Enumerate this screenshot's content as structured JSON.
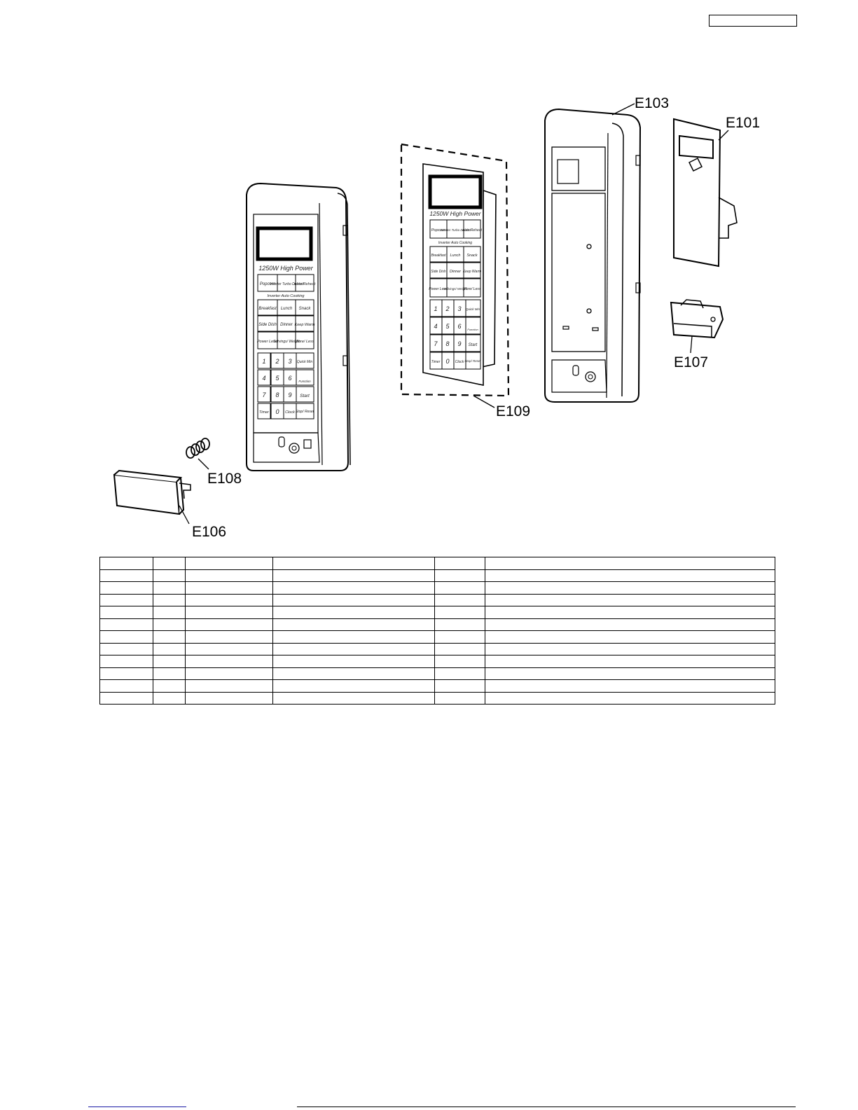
{
  "header_box": "",
  "callouts": {
    "e101": "E101",
    "e103": "E103",
    "e106": "E106",
    "e107": "E107",
    "e108": "E108",
    "e109": "E109"
  },
  "keypad": {
    "power_label": "1250W High Power",
    "row1": [
      "Popcorn",
      "Inverter Turbo Defrost",
      "Auto Reheat"
    ],
    "section_label": "Inverter Auto Cooking",
    "row2": [
      "Breakfast",
      "Lunch",
      "Snack"
    ],
    "row3": [
      "Side Dish",
      "Dinner",
      "Keep Warm"
    ],
    "row4": [
      "Power Level",
      "Servings/ Weight",
      "More/ Less"
    ],
    "digits": [
      [
        "1",
        "2",
        "3",
        "Quick Min"
      ],
      [
        "4",
        "5",
        "6",
        "Function"
      ],
      [
        "7",
        "8",
        "9",
        "Start"
      ],
      [
        "Timer",
        "0",
        "Clock",
        "Stop/ Reset"
      ]
    ]
  },
  "parts_table": {
    "columns": 6,
    "rows": 12
  }
}
